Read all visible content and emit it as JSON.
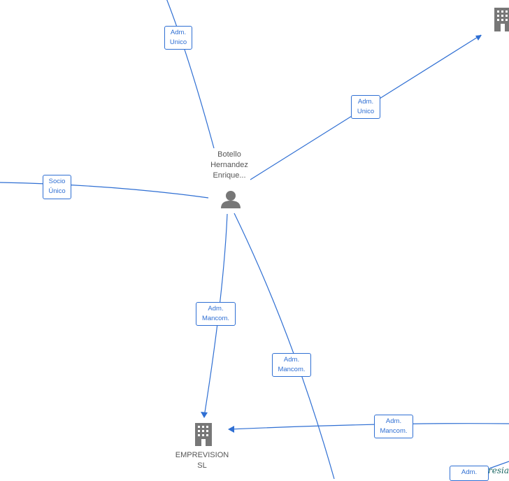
{
  "nodes": {
    "person": {
      "label": "Botello\nHernandez\nEnrique...",
      "icon": "person-icon"
    },
    "company_main": {
      "label": "EMPREVISION\nSL",
      "icon": "building-icon"
    },
    "company_topright": {
      "label": "",
      "icon": "building-icon"
    }
  },
  "edges": [
    {
      "id": "e1",
      "label": "Adm.\nUnico"
    },
    {
      "id": "e2",
      "label": "Adm.\nUnico"
    },
    {
      "id": "e3",
      "label": "Socio\nÚnico"
    },
    {
      "id": "e4",
      "label": "Adm.\nMancom."
    },
    {
      "id": "e5",
      "label": "Adm.\nMancom."
    },
    {
      "id": "e6",
      "label": "Adm.\nMancom."
    },
    {
      "id": "e7",
      "label": "Adm."
    }
  ],
  "watermark": "resia",
  "colors": {
    "edge": "#2f6fd3",
    "icon": "#777777",
    "label_text": "#555555"
  }
}
